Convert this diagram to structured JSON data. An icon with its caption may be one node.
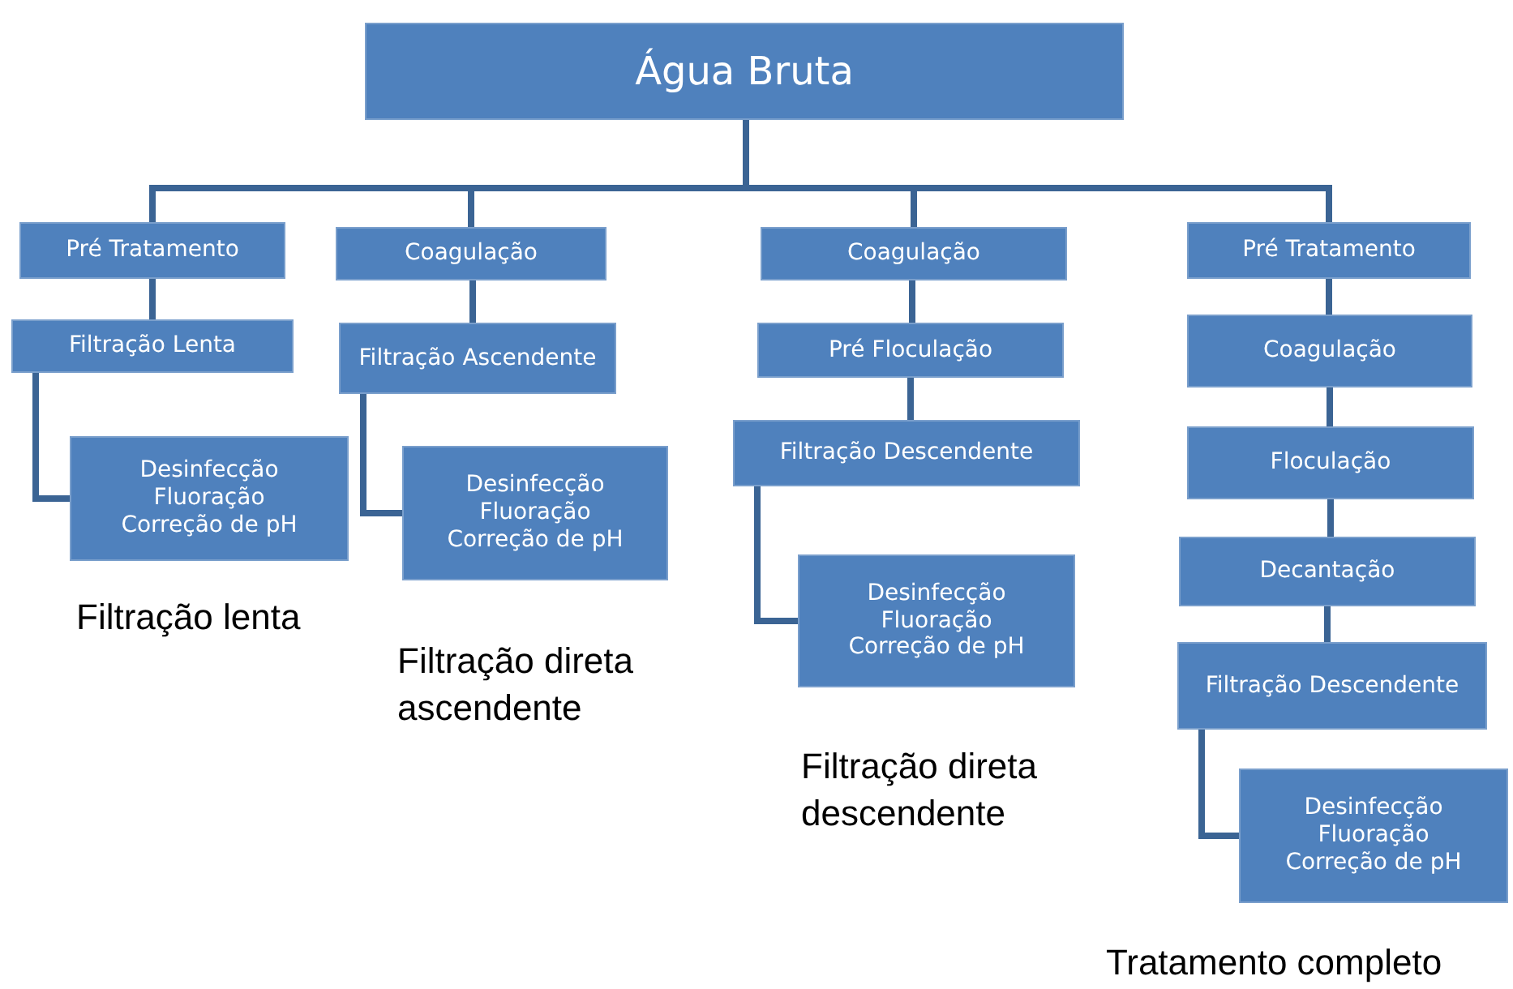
{
  "diagram": {
    "nodes": [
      {
        "text": [
          "Água Bruta"
        ]
      },
      {
        "text": [
          "Pré Tratamento"
        ]
      },
      {
        "text": [
          "Filtração Lenta"
        ]
      },
      {
        "text": [
          "Desinfecção",
          "Fluoração",
          "Correção de pH"
        ]
      },
      {
        "text": [
          "Coagulação"
        ]
      },
      {
        "text": [
          "Filtração Ascendente"
        ]
      },
      {
        "text": [
          "Desinfecção",
          "Fluoração",
          "Correção de pH"
        ]
      },
      {
        "text": [
          "Coagulação"
        ]
      },
      {
        "text": [
          "Pré Floculação"
        ]
      },
      {
        "text": [
          "Filtração Descendente"
        ]
      },
      {
        "text": [
          "Desinfecção",
          "Fluoração",
          "Correção de pH"
        ]
      },
      {
        "text": [
          "Pré Tratamento"
        ]
      },
      {
        "text": [
          "Coagulação"
        ]
      },
      {
        "text": [
          "Floculação"
        ]
      },
      {
        "text": [
          "Decantação"
        ]
      },
      {
        "text": [
          "Filtração Descendente"
        ]
      },
      {
        "text": [
          "Desinfecção",
          "Fluoração",
          "Correção de pH"
        ]
      }
    ],
    "edges": [
      {
        "from": 0,
        "to": 1,
        "arrow": "none"
      },
      {
        "from": 0,
        "to": 4,
        "arrow": "none"
      },
      {
        "from": 0,
        "to": 7,
        "arrow": "none"
      },
      {
        "from": 0,
        "to": 11,
        "arrow": "none"
      },
      {
        "from": 1,
        "to": 2,
        "arrow": "none"
      },
      {
        "from": 2,
        "to": 3,
        "arrow": "none"
      },
      {
        "from": 4,
        "to": 5,
        "arrow": "none"
      },
      {
        "from": 5,
        "to": 6,
        "arrow": "none"
      },
      {
        "from": 7,
        "to": 8,
        "arrow": "none"
      },
      {
        "from": 8,
        "to": 9,
        "arrow": "none"
      },
      {
        "from": 9,
        "to": 10,
        "arrow": "none"
      },
      {
        "from": 11,
        "to": 12,
        "arrow": "none"
      },
      {
        "from": 12,
        "to": 13,
        "arrow": "none"
      },
      {
        "from": 13,
        "to": 14,
        "arrow": "none"
      },
      {
        "from": 14,
        "to": 15,
        "arrow": "none"
      },
      {
        "from": 15,
        "to": 16,
        "arrow": "none"
      }
    ],
    "labels": [
      "Filtração lenta",
      "Filtração direta ascendente",
      "Filtração direta descendente",
      "Tratamento completo"
    ]
  }
}
